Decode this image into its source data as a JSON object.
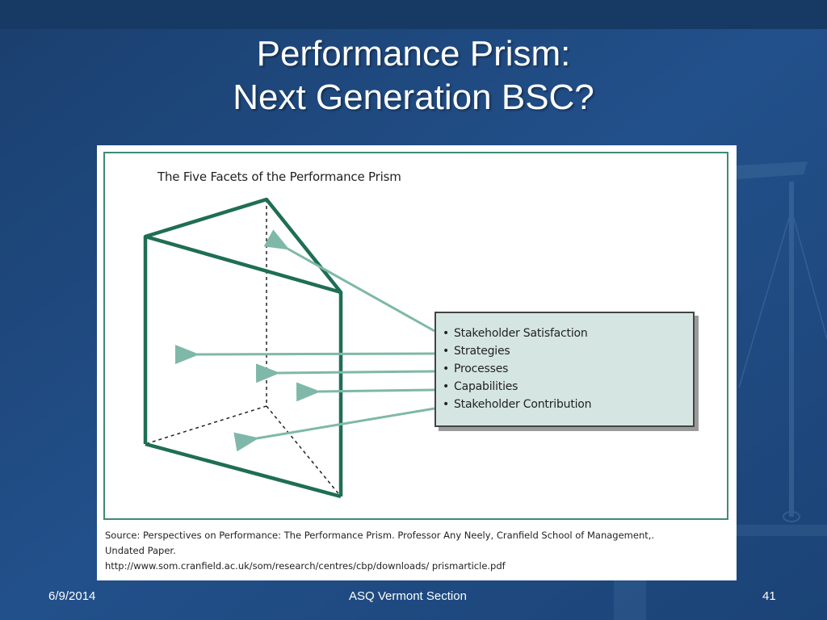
{
  "slide": {
    "title_line1": "Performance Prism:",
    "title_line2": "Next Generation BSC?"
  },
  "figure": {
    "title": "The Five Facets of the Performance Prism",
    "facets": [
      "Stakeholder Satisfaction",
      "Strategies",
      "Processes",
      "Capabilities",
      "Stakeholder Contribution"
    ],
    "source_line1": "Source:  Perspectives on Performance:  The Performance Prism. Professor Any Neely, Cranfield School of Management,.",
    "source_line2": "Undated Paper.",
    "source_line3": "http://www.som.cranfield.ac.uk/som/research/centres/cbp/downloads/ prismarticle.pdf"
  },
  "footer": {
    "date": "6/9/2014",
    "center": "ASQ Vermont Section",
    "page": "41"
  },
  "colors": {
    "background": "#1f4a7e",
    "prism_edge": "#1e6e55",
    "arrow": "#7fb8a8",
    "box_fill": "#d5e6e2"
  }
}
